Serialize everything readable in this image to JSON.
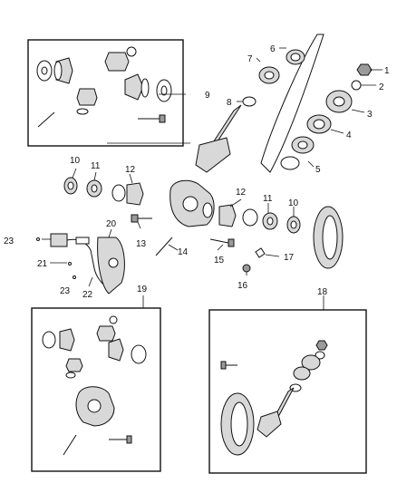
{
  "callouts": {
    "c1": "1",
    "c2": "2",
    "c3": "3",
    "c4": "4",
    "c5": "5",
    "c6": "6",
    "c7": "7",
    "c8": "8",
    "c9": "9",
    "c10a": "10",
    "c11a": "11",
    "c12a": "12",
    "c12b": "12",
    "c11b": "11",
    "c10b": "10",
    "c13": "13",
    "c14": "14",
    "c15": "15",
    "c16": "16",
    "c17": "17",
    "c18": "18",
    "c19": "19",
    "c20": "20",
    "c21": "21",
    "c22": "22",
    "c23a": "23",
    "c23b": "23"
  }
}
